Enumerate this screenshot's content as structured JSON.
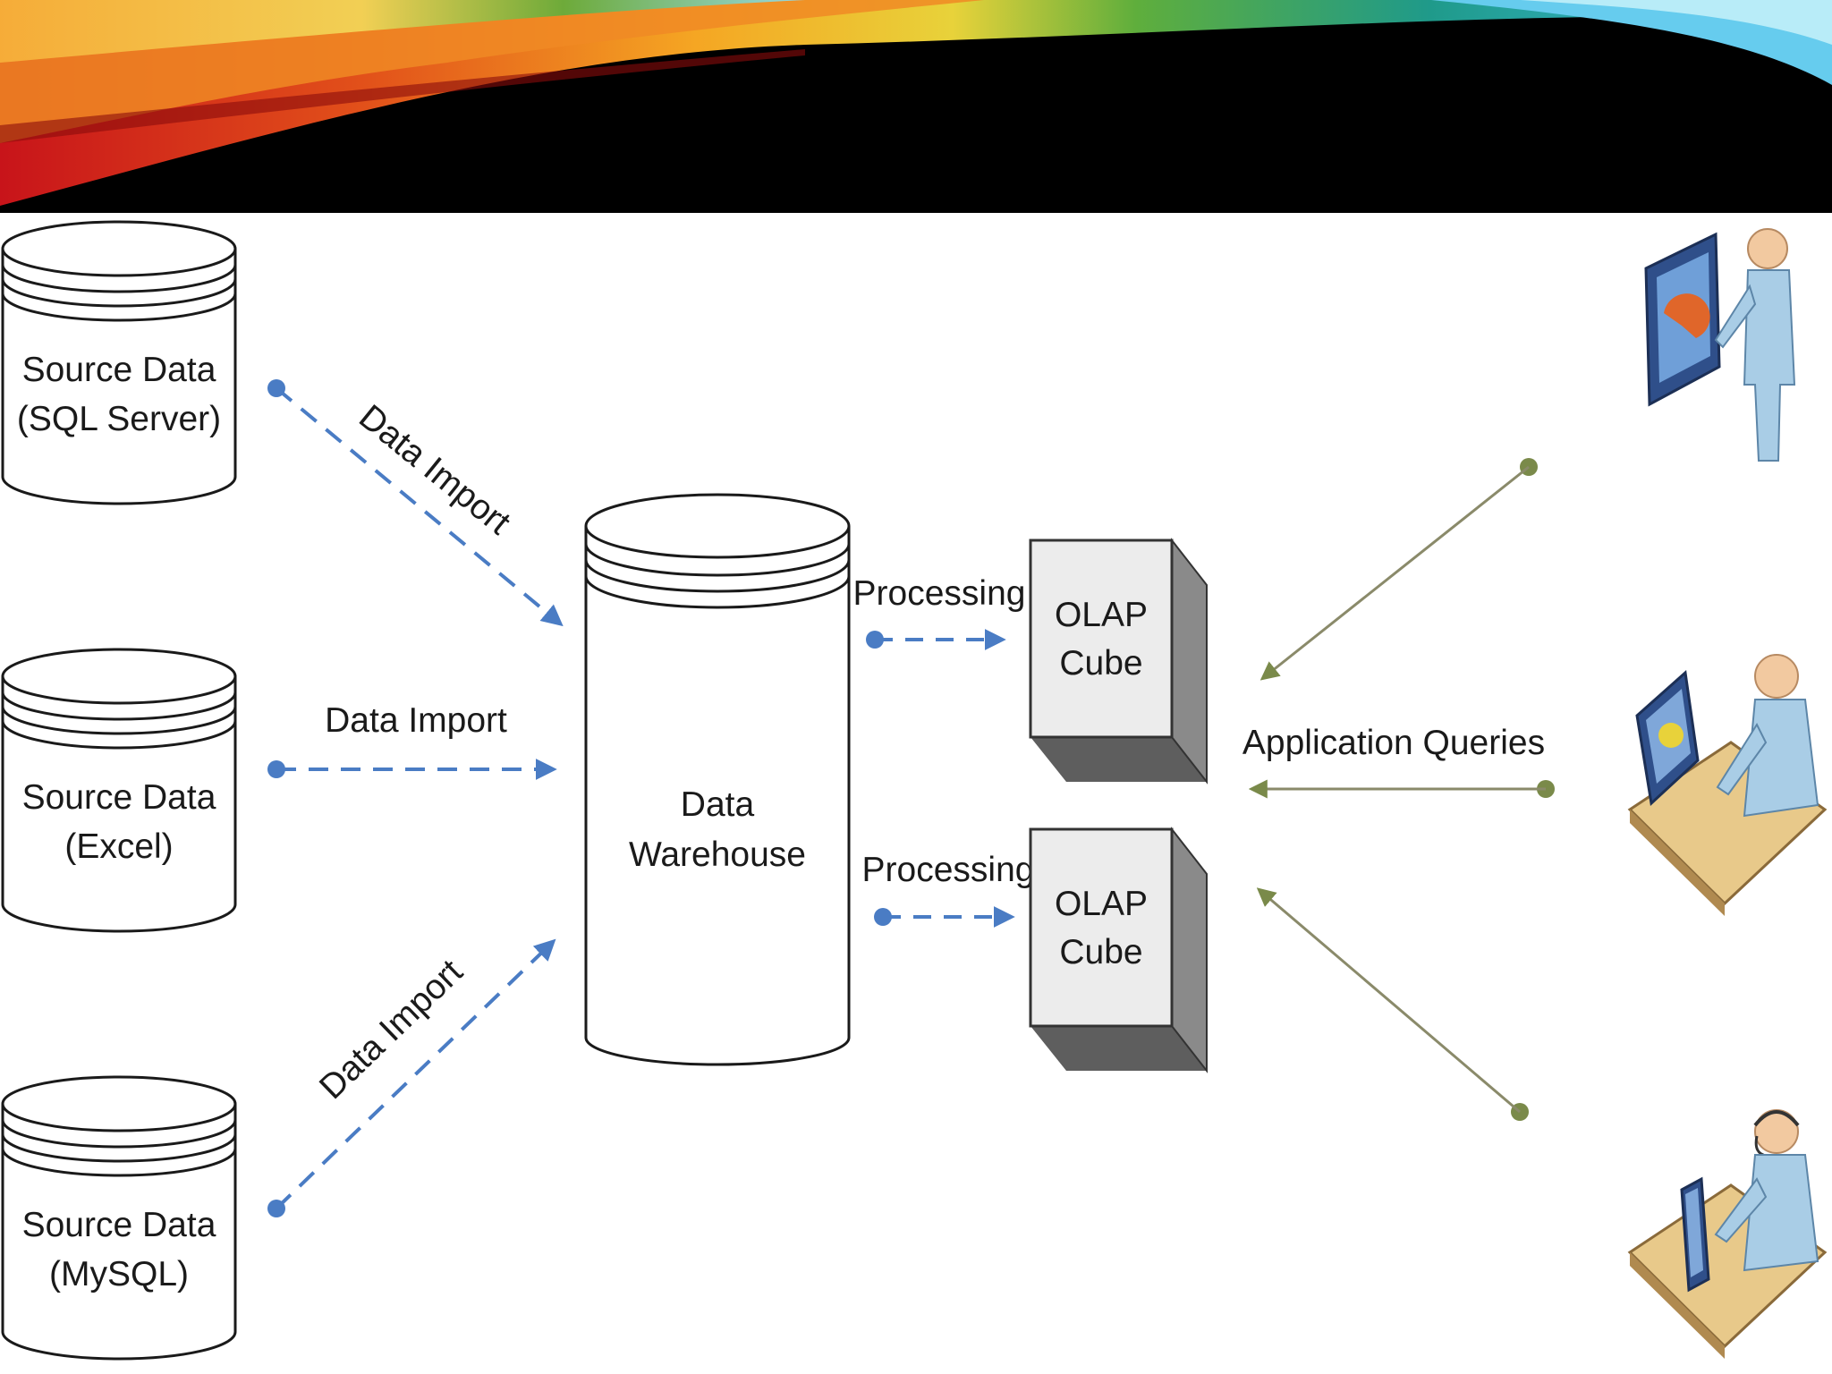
{
  "colors": {
    "import_arrow": "#4a7cc4",
    "query_arrow": "#7a8a4a",
    "header_black": "#000000",
    "cube_front": "#ececec",
    "cube_side": "#888888",
    "cube_bottom": "#6e6e6e",
    "person_skin": "#f2c9a0",
    "person_body": "#a9cde6",
    "desk": "#e8c98a",
    "screen": "#7fa7d9"
  },
  "sources": [
    {
      "line1": "Source Data",
      "line2": "(SQL Server)"
    },
    {
      "line1": "Source Data",
      "line2": "(Excel)"
    },
    {
      "line1": "Source Data",
      "line2": "(MySQL)"
    }
  ],
  "warehouse": {
    "line1": "Data",
    "line2": "Warehouse"
  },
  "imports": [
    {
      "label": "Data Import"
    },
    {
      "label": "Data Import"
    },
    {
      "label": "Data Import"
    }
  ],
  "processing": [
    {
      "label": "Processing"
    },
    {
      "label": "Processing"
    }
  ],
  "cubes": [
    {
      "line1": "OLAP",
      "line2": "Cube"
    },
    {
      "line1": "OLAP",
      "line2": "Cube"
    }
  ],
  "queries": {
    "label": "Application Queries"
  },
  "users": [
    {
      "icon": "presenter-icon"
    },
    {
      "icon": "desk-worker-icon"
    },
    {
      "icon": "headset-operator-icon"
    }
  ]
}
